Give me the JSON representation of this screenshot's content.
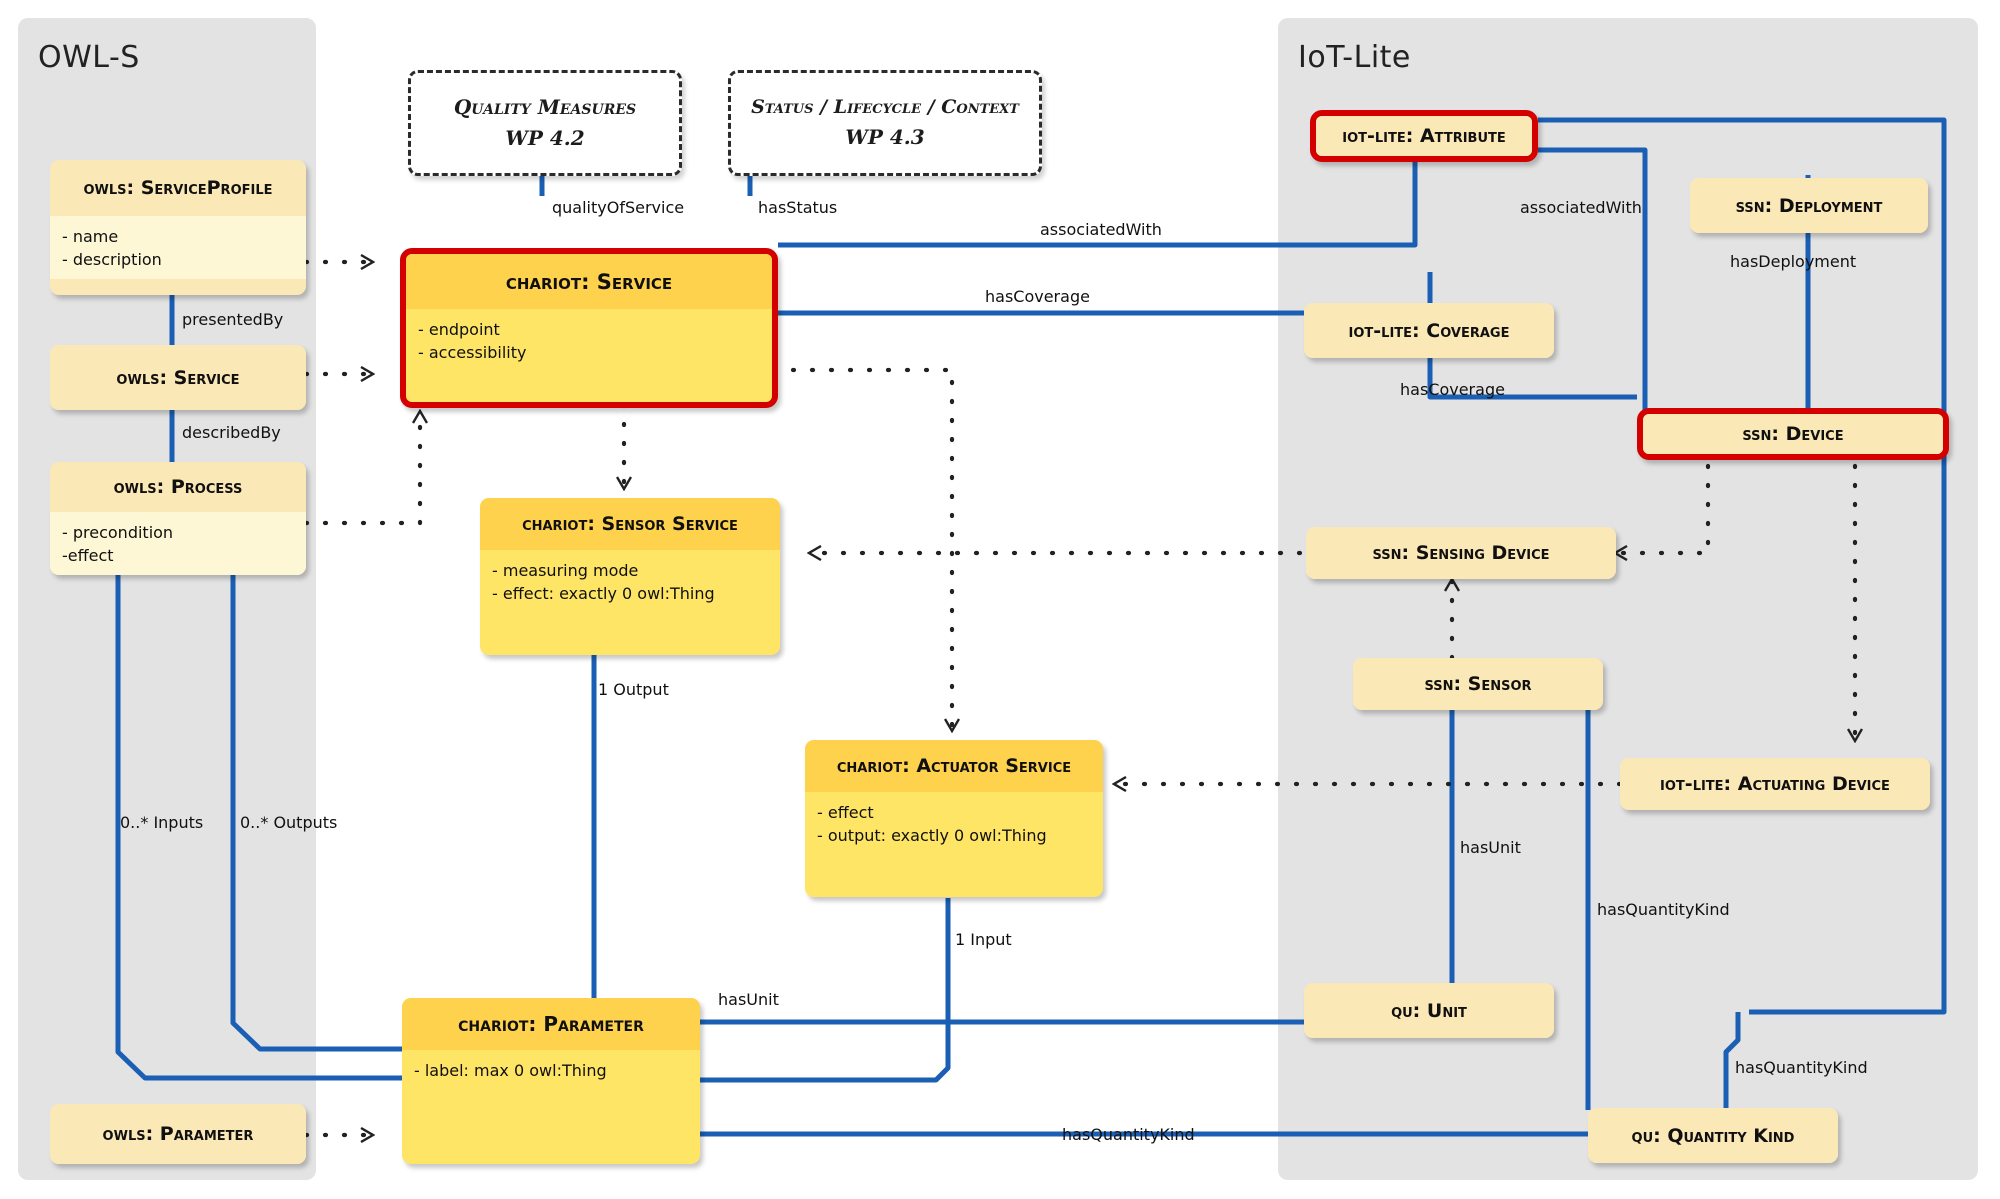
{
  "panels": [
    {
      "id": "owls",
      "title": "OWL-S"
    },
    {
      "id": "iotlite",
      "title": "IoT-Lite"
    }
  ],
  "notes": [
    {
      "id": "wp42",
      "line1": "Quality Measures",
      "line2": "WP 4.2"
    },
    {
      "id": "wp43",
      "line1": "Status / Lifecycle / Context",
      "line2": "WP 4.3"
    }
  ],
  "nodes": {
    "owls_serviceprofile": {
      "title": "owls: ServiceProfile",
      "attrs": [
        "- name",
        "- description"
      ]
    },
    "owls_service": {
      "title": "owls: Service",
      "attrs": []
    },
    "owls_process": {
      "title": "owls: Process",
      "attrs": [
        "- precondition",
        "-effect"
      ]
    },
    "owls_parameter": {
      "title": "owls: Parameter",
      "attrs": []
    },
    "chariot_service": {
      "title": "chariot: Service",
      "attrs": [
        "- endpoint",
        "- accessibility"
      ]
    },
    "chariot_sensorservice": {
      "title": "chariot: Sensor Service",
      "attrs": [
        "- measuring mode",
        "- effect: exactly 0 owl:Thing"
      ]
    },
    "chariot_actuatorservice": {
      "title": "chariot: Actuator Service",
      "attrs": [
        "- effect",
        "- output: exactly 0 owl:Thing"
      ]
    },
    "chariot_parameter": {
      "title": "chariot: Parameter",
      "attrs": [
        "- label: max 0 owl:Thing"
      ]
    },
    "iotlite_attribute": {
      "title": "iot-lite: Attribute",
      "attrs": []
    },
    "iotlite_coverage": {
      "title": "iot-lite: Coverage",
      "attrs": []
    },
    "iotlite_actuatingdevice": {
      "title": "iot-lite: Actuating Device",
      "attrs": []
    },
    "ssn_deployment": {
      "title": "ssn: Deployment",
      "attrs": []
    },
    "ssn_device": {
      "title": "ssn: Device",
      "attrs": []
    },
    "ssn_sensingdevice": {
      "title": "ssn: Sensing Device",
      "attrs": []
    },
    "ssn_sensor": {
      "title": "ssn: Sensor",
      "attrs": []
    },
    "qu_unit": {
      "title": "qu: Unit",
      "attrs": []
    },
    "qu_quantitykind": {
      "title": "qu: Quantity Kind",
      "attrs": []
    }
  },
  "edge_labels": {
    "qualityOfService": "qualityOfService",
    "hasStatus": "hasStatus",
    "presentedBy": "presentedBy",
    "describedBy": "describedBy",
    "associatedWith_svc": "associatedWith",
    "associatedWith_dev": "associatedWith",
    "hasCoverage_svc": "hasCoverage",
    "hasCoverage_dev": "hasCoverage",
    "hasDeployment": "hasDeployment",
    "inputs": "0..* Inputs",
    "outputs": "0..* Outputs",
    "oneOutput": "1 Output",
    "oneInput": "1 Input",
    "hasUnit_param": "hasUnit",
    "hasUnit_sensor": "hasUnit",
    "hasQuantityKind_param": "hasQuantityKind",
    "hasQuantityKind_sensor": "hasQuantityKind",
    "hasQuantityKind_actdev": "hasQuantityKind"
  },
  "colors": {
    "panel_bg": "#e3e3e3",
    "edge_blue": "#1a5fb4",
    "highlight_red": "#d40000",
    "chariot_header": "#ffd24d",
    "chariot_body": "#ffe566",
    "plain_header": "#fbe8b7",
    "plain_body": "#fdf7d5",
    "dotted_black": "#222222"
  }
}
